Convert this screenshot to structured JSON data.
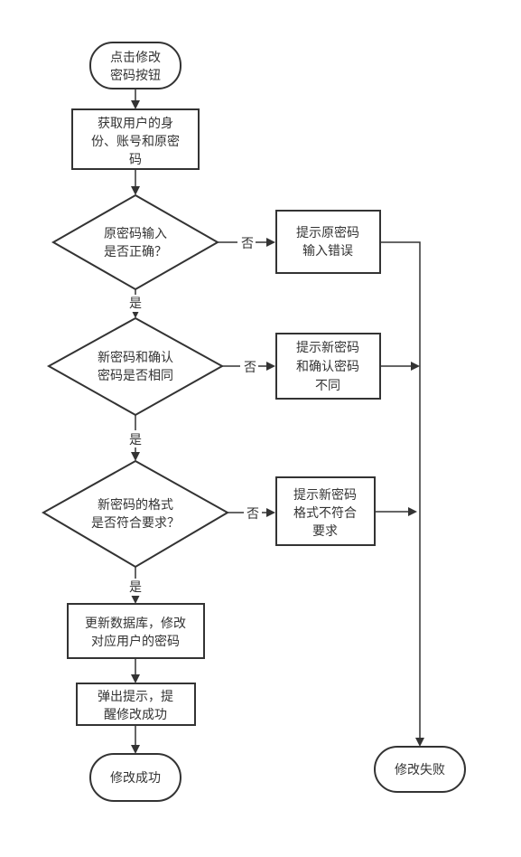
{
  "nodes": {
    "start": [
      "点击修改",
      "密码按钮"
    ],
    "get_info": [
      "获取用户的身",
      "份、账号和原密",
      "码"
    ],
    "check_old": [
      "原密码输入",
      "是否正确？"
    ],
    "err_old": [
      "提示原密码",
      "输入错误"
    ],
    "check_same": [
      "新密码和确认",
      "密码是否相同"
    ],
    "err_same": [
      "提示新密码",
      "和确认密码",
      "不同"
    ],
    "check_format": [
      "新密码的格式",
      "是否符合要求？"
    ],
    "err_format": [
      "提示新密码",
      "格式不符合",
      "要求"
    ],
    "update_db": [
      "更新数据库，修改",
      "对应用户的密码"
    ],
    "popup": [
      "弹出提示，提",
      "醒修改成功"
    ],
    "success": [
      "修改成功"
    ],
    "fail": [
      "修改失败"
    ]
  },
  "edge_labels": {
    "yes": "是",
    "no": "否"
  }
}
